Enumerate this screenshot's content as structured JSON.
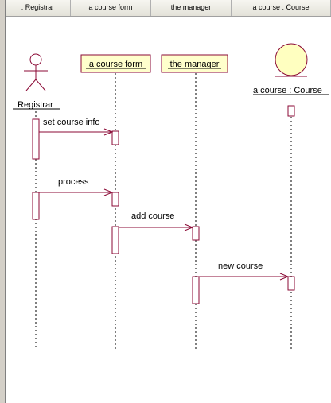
{
  "header_columns": [
    ": Registrar",
    "a course form",
    "the manager",
    "a course : Course"
  ],
  "participants": {
    "registrar": {
      "label": ": Registrar",
      "kind": "actor"
    },
    "course_form": {
      "label": "a course form",
      "kind": "object"
    },
    "manager": {
      "label": "the manager",
      "kind": "object"
    },
    "course": {
      "label": "a course : Course",
      "kind": "entity"
    }
  },
  "messages": {
    "m1": "set course info",
    "m2": "process",
    "m3": "add course",
    "m4": "new course"
  },
  "colors": {
    "line": "#8b0a36",
    "object_fill": "#ffffcc",
    "entity_fill": "#ffffc0",
    "text": "#000000"
  }
}
